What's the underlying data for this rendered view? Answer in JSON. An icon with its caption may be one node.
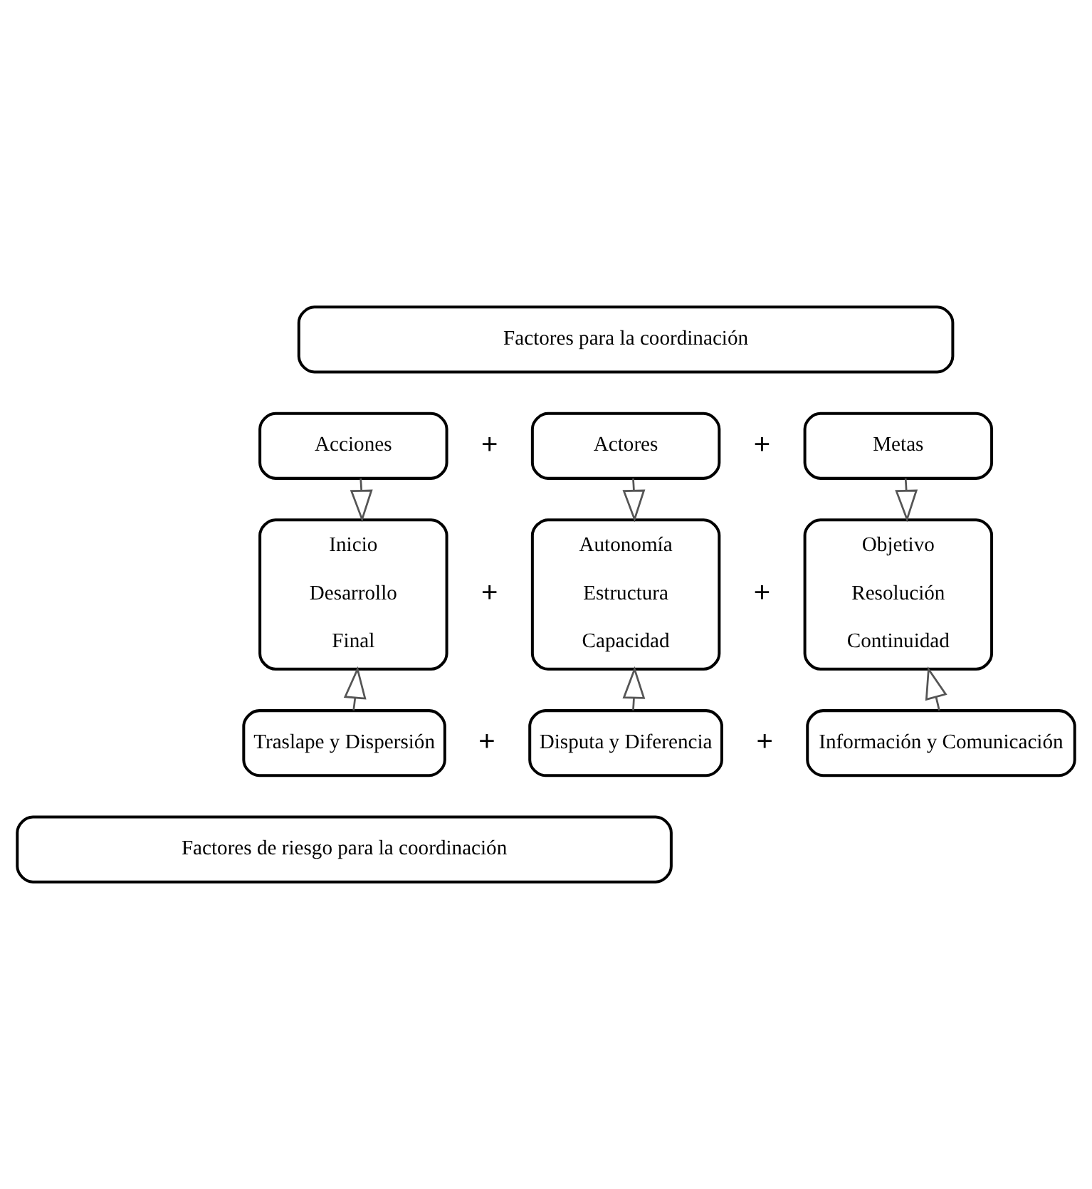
{
  "diagram": {
    "nodes": [
      {
        "text": [
          "Factores para la coordinación"
        ]
      },
      {
        "text": [
          "Acciones"
        ]
      },
      {
        "text": [
          "Actores"
        ]
      },
      {
        "text": [
          "Metas"
        ]
      },
      {
        "text": [
          "Inicio",
          "Desarrollo",
          "Final"
        ]
      },
      {
        "text": [
          "Autonomía",
          "Estructura",
          "Capacidad"
        ]
      },
      {
        "text": [
          "Objetivo",
          "Resolución",
          "Continuidad"
        ]
      },
      {
        "text": [
          "Traslape y Dispersión"
        ]
      },
      {
        "text": [
          "Disputa y Diferencia"
        ]
      },
      {
        "text": [
          "Información y Comunicación"
        ]
      },
      {
        "text": [
          "Factores de riesgo para la coordinación"
        ]
      }
    ],
    "edges": [
      {
        "from": 1,
        "to": 4,
        "arrow": "to"
      },
      {
        "from": 2,
        "to": 5,
        "arrow": "to"
      },
      {
        "from": 3,
        "to": 6,
        "arrow": "to"
      },
      {
        "from": 7,
        "to": 4,
        "arrow": "to"
      },
      {
        "from": 8,
        "to": 5,
        "arrow": "to"
      },
      {
        "from": 9,
        "to": 6,
        "arrow": "to"
      }
    ],
    "labels": [
      "+",
      "+",
      "+",
      "+",
      "+",
      "+"
    ]
  }
}
